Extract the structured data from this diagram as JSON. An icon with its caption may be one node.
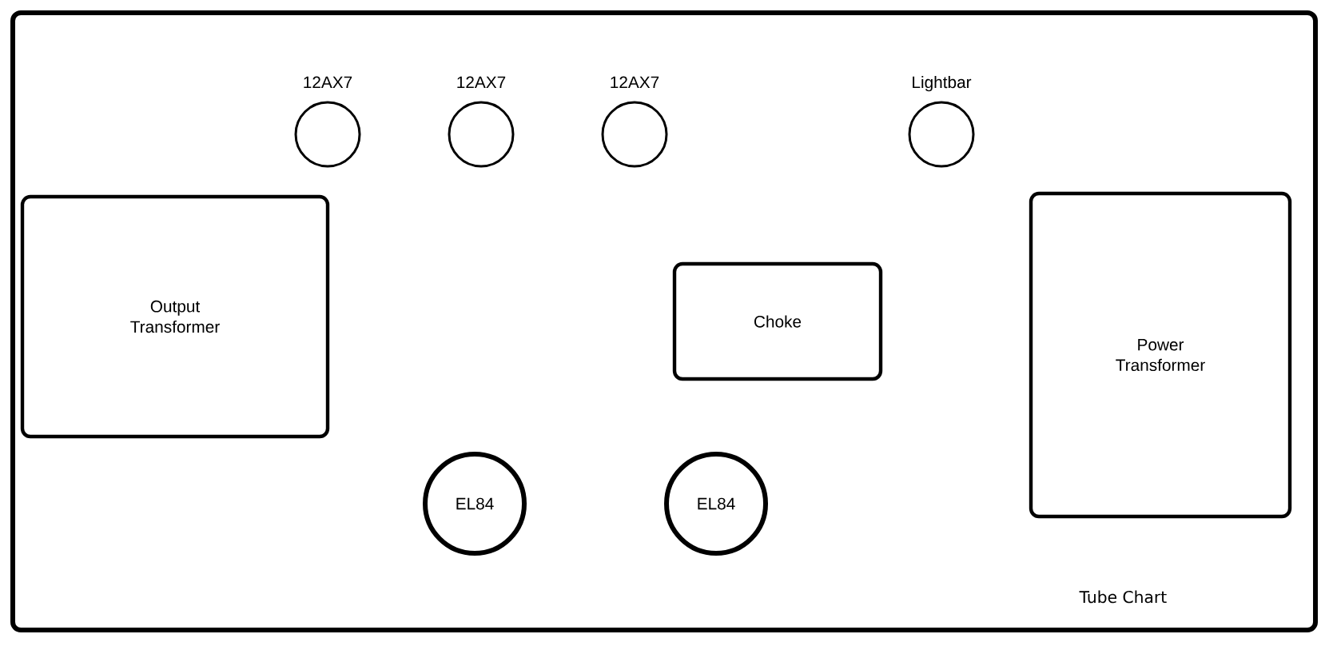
{
  "diagram": {
    "nodes": [
      {
        "text": [
          "12AX7"
        ]
      },
      {
        "text": [
          "12AX7"
        ]
      },
      {
        "text": [
          "12AX7"
        ]
      },
      {
        "text": [
          "Lightbar"
        ]
      },
      {
        "text": [
          "Output Transformer"
        ]
      },
      {
        "text": [
          "Choke"
        ]
      },
      {
        "text": [
          "Power Transformer"
        ]
      },
      {
        "text": [
          "EL84"
        ]
      },
      {
        "text": [
          "EL84"
        ]
      }
    ],
    "labels": [
      "Tube Chart"
    ]
  }
}
